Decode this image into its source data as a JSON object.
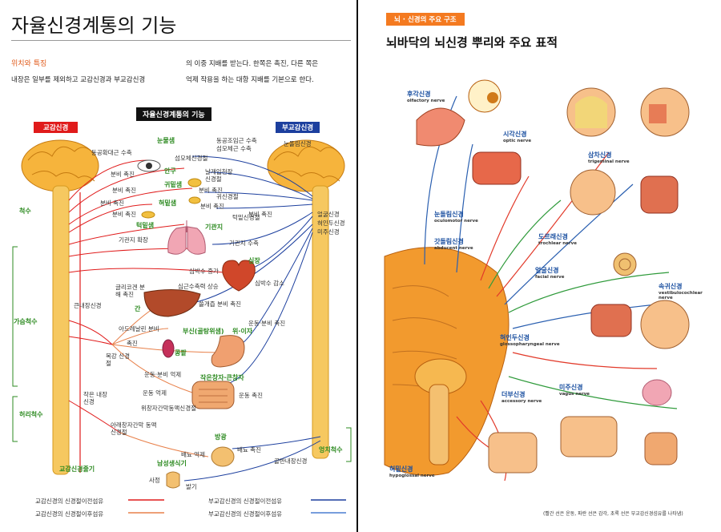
{
  "left": {
    "title": "자율신경계통의 기능",
    "section_heading": "위치와 특징",
    "intro_col1": "내장은 일부를 제외하고 교감신경과 부교감신경",
    "intro_col2_line1": "의 이중 지배를 받는다. 한쪽은 촉진, 다른 쪽은",
    "intro_col2_line2": "억제 작용을 하는 대항 지배를 기본으로 한다.",
    "diagram_title": "자율신경계통의 기능",
    "sympathetic_tag": "교감신경",
    "parasympathetic_tag": "부교감신경",
    "colors": {
      "sympathetic": "#e01b1b",
      "parasympathetic": "#1c3f9e",
      "organ_label": "#2e8b22",
      "spine": "#f0b840"
    },
    "organs": {
      "eye": "눈물샘",
      "iris": "안구",
      "parotid": "귀밑샘",
      "sublingual": "혀밑샘",
      "submandibular": "턱밑샘",
      "lung": "기관지",
      "heart": "심장",
      "liver": "간",
      "adrenal": "부신(골탕위샘)",
      "stomach": "위·이자",
      "kidney": "콩팥",
      "intestine": "작은창자·큰창자",
      "bladder": "방광",
      "genital": "남성생식기"
    },
    "regions": {
      "cervical": "척수",
      "thoracic": "가슴척수",
      "lumbar": "허리척수",
      "sacral": "엉치척수",
      "trunk": "교감신경줄기"
    },
    "sympathetic_labels": [
      "동공확대근 수축",
      "분비 촉진",
      "분비 촉진",
      "분비 촉진",
      "분비 촉진",
      "기관지 확장",
      "심박수 증가",
      "큰내장신경",
      "글리코겐 분해 촉진",
      "아드레날린 분비",
      "촉진",
      "복강 신경절",
      "운동·분비 억제",
      "작은 내장신경",
      "운동 억제",
      "위창자간막동맥신경절",
      "아래창자간막 동맥신경절",
      "사정"
    ],
    "parasympathetic_labels": [
      "눈돌림신경",
      "동공조임근 수축",
      "섬모체근 수축",
      "섬모체신경절",
      "날개입천장 신경절",
      "귀신경절",
      "턱밑신경절",
      "분비 촉진",
      "분비 촉진",
      "분비 촉진",
      "얼굴신경",
      "혀인두신경",
      "미주신경",
      "기관지 수축",
      "심박수 감소",
      "심근수축력 상승",
      "쓸개즙 분비 촉진",
      "운동·분비 촉진",
      "운동 촉진",
      "배뇨 억제",
      "배뇨 촉진",
      "골반내장신경",
      "발기"
    ],
    "legend": [
      {
        "label": "교감신경의 신경절이전섬유",
        "color": "#e01b1b"
      },
      {
        "label": "교감신경의 신경절이후섬유",
        "color": "#e8804a"
      },
      {
        "label": "부교감신경의 신경절이전섬유",
        "color": "#1c3f9e"
      },
      {
        "label": "부교감신경의 신경절이후섬유",
        "color": "#4a7fd0"
      }
    ]
  },
  "right": {
    "badge": "뇌 · 신경의 주요 구조",
    "title": "뇌바닥의 뇌신경 뿌리와 주요 표적",
    "nerves": [
      {
        "ko": "후각신경",
        "en": "olfactory nerve"
      },
      {
        "ko": "시각신경",
        "en": "optic nerve"
      },
      {
        "ko": "눈돌림신경",
        "en": "oculomotor nerve"
      },
      {
        "ko": "도르래신경",
        "en": "trochlear nerve"
      },
      {
        "ko": "갓돌림신경",
        "en": "abducent nerve"
      },
      {
        "ko": "삼차신경",
        "en": "trigeminal nerve"
      },
      {
        "ko": "얼굴신경",
        "en": "facial nerve"
      },
      {
        "ko": "속귀신경",
        "en": "vestibulocochlear nerve"
      },
      {
        "ko": "혀인두신경",
        "en": "glossopharyngeal nerve"
      },
      {
        "ko": "미주신경",
        "en": "vagus nerve"
      },
      {
        "ko": "더부신경",
        "en": "accessory nerve"
      },
      {
        "ko": "혀밑신경",
        "en": "hypoglossal nerve"
      }
    ],
    "footnote": "(빨간 선은 운동, 파란 선은 감각, 초록 선은 부교감신경섬유를 나타냄)",
    "colors": {
      "badge": "#f47a20",
      "brain": "#f29a2e",
      "motor": "#e23a2a",
      "sensory": "#2a5fb0",
      "parasym": "#2e9a3a"
    }
  }
}
